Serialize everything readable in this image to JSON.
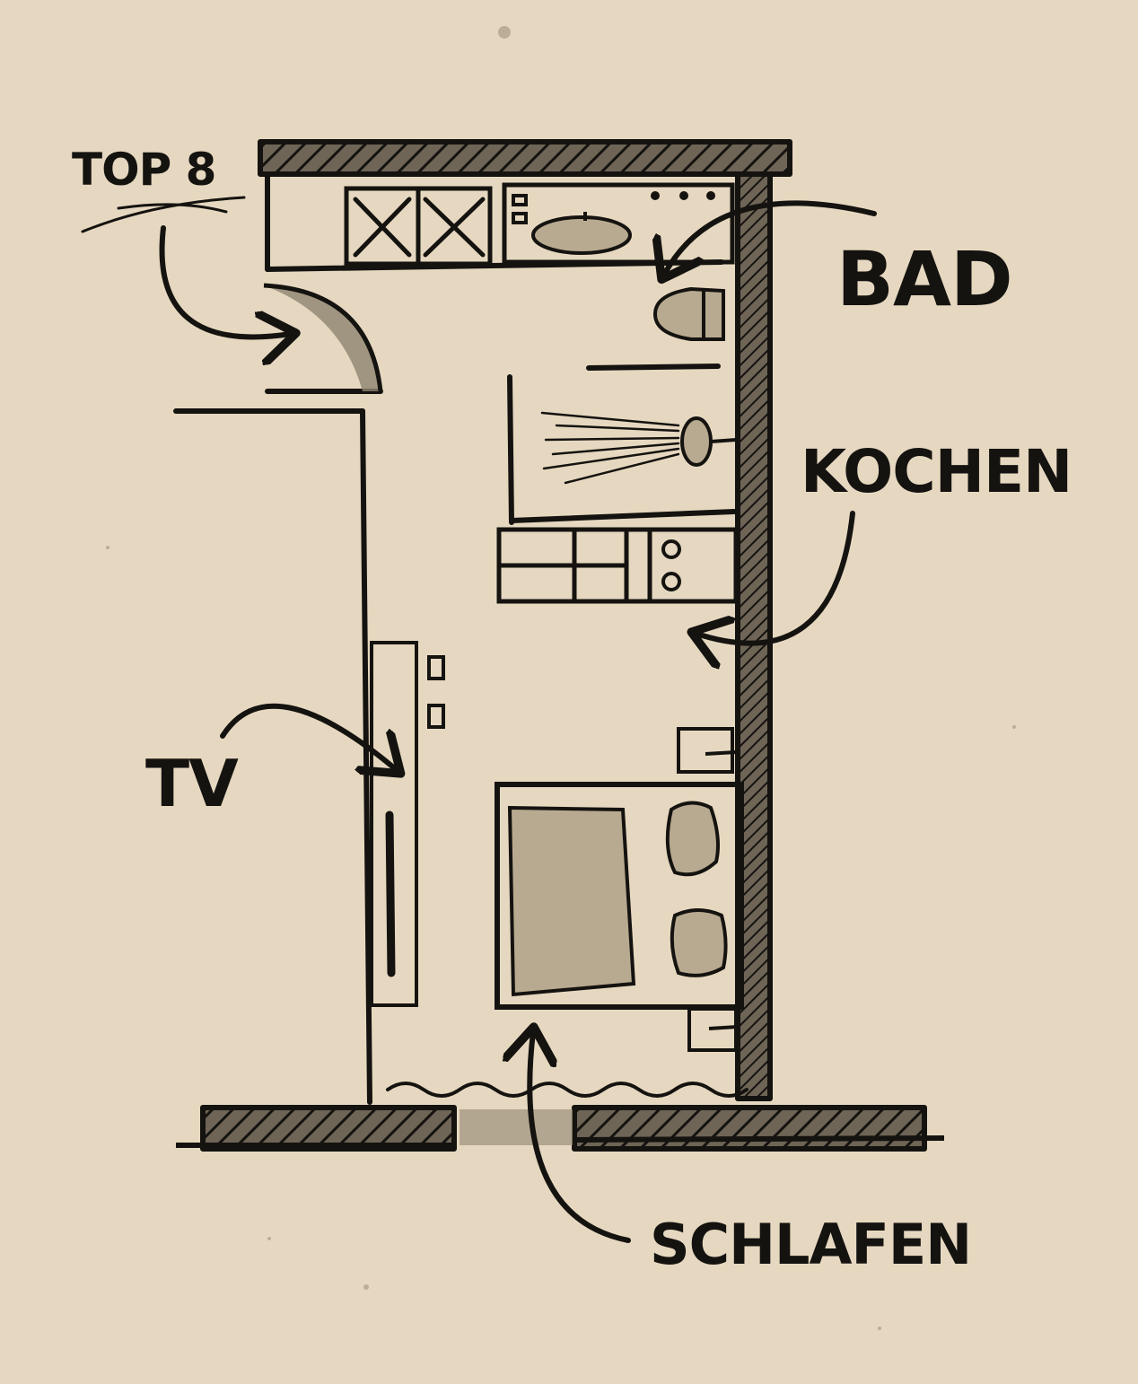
{
  "labels": {
    "unit": "TOP 8",
    "bath": "BAD",
    "kitchen": "KOCHEN",
    "tv": "TV",
    "sleep": "SCHLAFEN"
  },
  "colors": {
    "paper": "#e6d8c0",
    "ink": "#151310",
    "fill": "#b8aa90",
    "wall_fill": "#6e6556"
  }
}
